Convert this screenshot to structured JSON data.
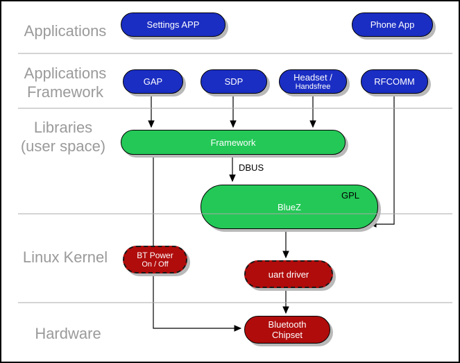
{
  "layers": {
    "applications": "Applications",
    "applications_framework": {
      "line1": "Applications",
      "line2": "Framework"
    },
    "libraries": {
      "line1": "Libraries",
      "line2": "(user space)"
    },
    "linux_kernel": "Linux Kernel",
    "hardware": "Hardware"
  },
  "nodes": {
    "settings_app": {
      "label": "Settings APP"
    },
    "phone_app": {
      "label": "Phone App"
    },
    "gap": {
      "label": "GAP"
    },
    "sdp": {
      "label": "SDP"
    },
    "headset": {
      "line1": "Headset /",
      "line2": "Handsfree"
    },
    "rfcomm": {
      "label": "RFCOMM"
    },
    "framework": {
      "label": "Framework"
    },
    "bluez": {
      "label": "BlueZ",
      "license": "GPL"
    },
    "bt_power": {
      "line1": "BT Power",
      "line2": "On / Off"
    },
    "uart_driver": {
      "label": "uart driver"
    },
    "bluetooth_chipset": {
      "line1": "Bluetooth",
      "line2": "Chipset"
    }
  },
  "edge_labels": {
    "dbus": "DBUS"
  },
  "colors": {
    "app_blue": "#1b2ec3",
    "lib_green": "#24c857",
    "kernel_red": "#b00c0c",
    "layer_label_gray": "#9a9a9a",
    "separator_gray": "#a9a9a9",
    "shadow_gray": "#b9b9b9",
    "arrow_black": "#000000"
  }
}
